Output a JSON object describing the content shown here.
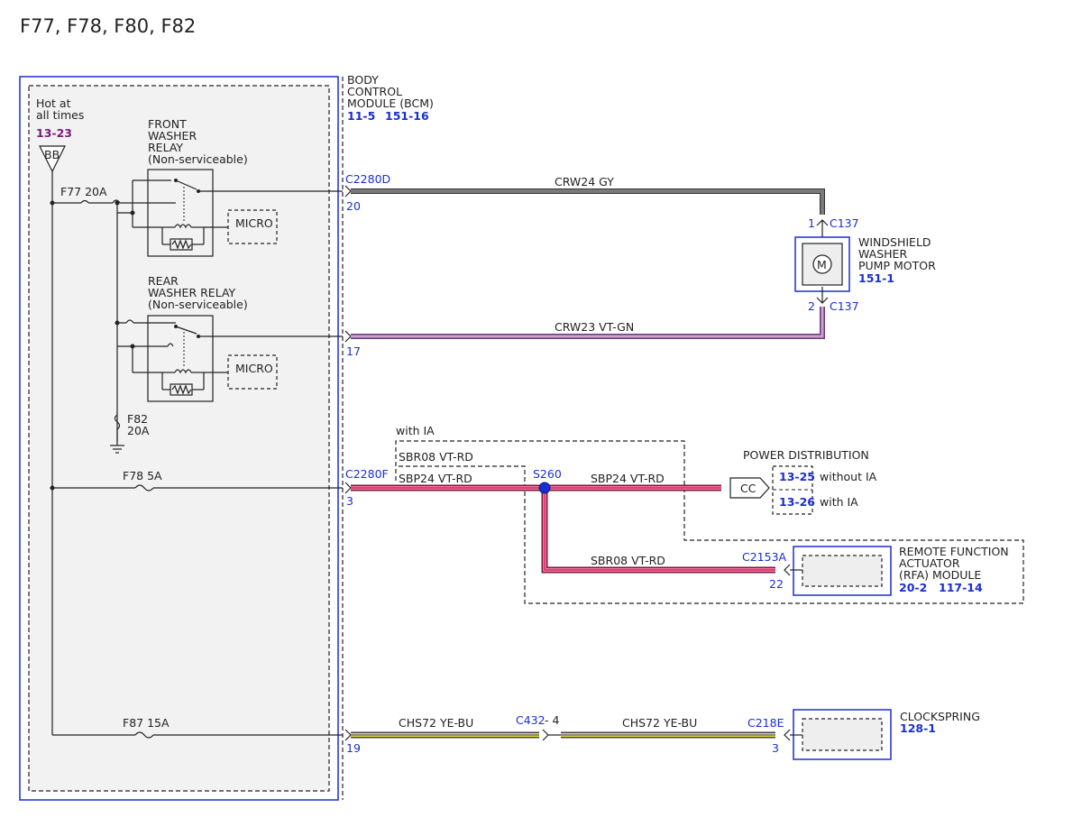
{
  "page_title": "F77, F78, F80, F82",
  "bcm": {
    "name_line1": "BODY",
    "name_line2": "CONTROL",
    "name_line3": "MODULE (BCM)",
    "ref1": "11-5",
    "ref2": "151-16"
  },
  "power_source": {
    "hot_line1": "Hot at",
    "hot_line2": "all times",
    "ref": "13-23",
    "bus": "BB"
  },
  "fuses": {
    "f77": "F77  20A",
    "f82_name": "F82",
    "f82_rating": "20A",
    "f78": "F78  5A",
    "f87": "F87  15A"
  },
  "front_relay": {
    "line1": "FRONT",
    "line2": "WASHER",
    "line3": "RELAY",
    "line4": "(Non-serviceable)",
    "micro": "MICRO"
  },
  "rear_relay": {
    "line1": "REAR",
    "line2": "WASHER RELAY",
    "line3": "(Non-serviceable)",
    "micro": "MICRO"
  },
  "connectors": {
    "c2280d": "C2280D",
    "c2280d_pin": "20",
    "c2280d_pin2": "17",
    "c2280f": "C2280F",
    "c2280f_pin": "3",
    "c2280f_pin2": "19",
    "c137_top_pin": "1",
    "c137_top": "C137",
    "c137_bot_pin": "2",
    "c137_bot": "C137",
    "s260": "S260",
    "c2153a": "C2153A",
    "c2153a_pin": "22",
    "c432": "C432",
    "c432_pin": "- 4",
    "c218e": "C218E",
    "c218e_pin": "3"
  },
  "wires": {
    "crw24": "CRW24 GY",
    "crw23": "CRW23 VT-GN",
    "sbp24_left": "SBP24  VT-RD",
    "sbp24_right": "SBP24  VT-RD",
    "sbr08_top": "SBR08  VT-RD",
    "sbr08_bottom": "SBR08  VT-RD",
    "chs72_left": "CHS72   YE-BU",
    "chs72_right": "CHS72   YE-BU",
    "colors": {
      "gray": "#7a7a7a",
      "violet": "#b07ab8",
      "red_pink": "#e8457a",
      "yellow": "#e8de3a"
    }
  },
  "with_ia": "with IA",
  "power_distribution": {
    "title": "POWER DISTRIBUTION",
    "cc": "CC",
    "ref1": "13-25",
    "ref1_note": "without IA",
    "ref2": "13-26",
    "ref2_note": "with IA"
  },
  "washer_motor": {
    "line1": "WINDSHIELD",
    "line2": "WASHER",
    "line3": "PUMP MOTOR",
    "ref": "151-1",
    "symbol": "M"
  },
  "rfa_module": {
    "line1": "REMOTE FUNCTION",
    "line2": "ACTUATOR",
    "line3": "(RFA) MODULE",
    "ref1": "20-2",
    "ref2": "117-14"
  },
  "clockspring": {
    "name": "CLOCKSPRING",
    "ref": "128-1"
  }
}
